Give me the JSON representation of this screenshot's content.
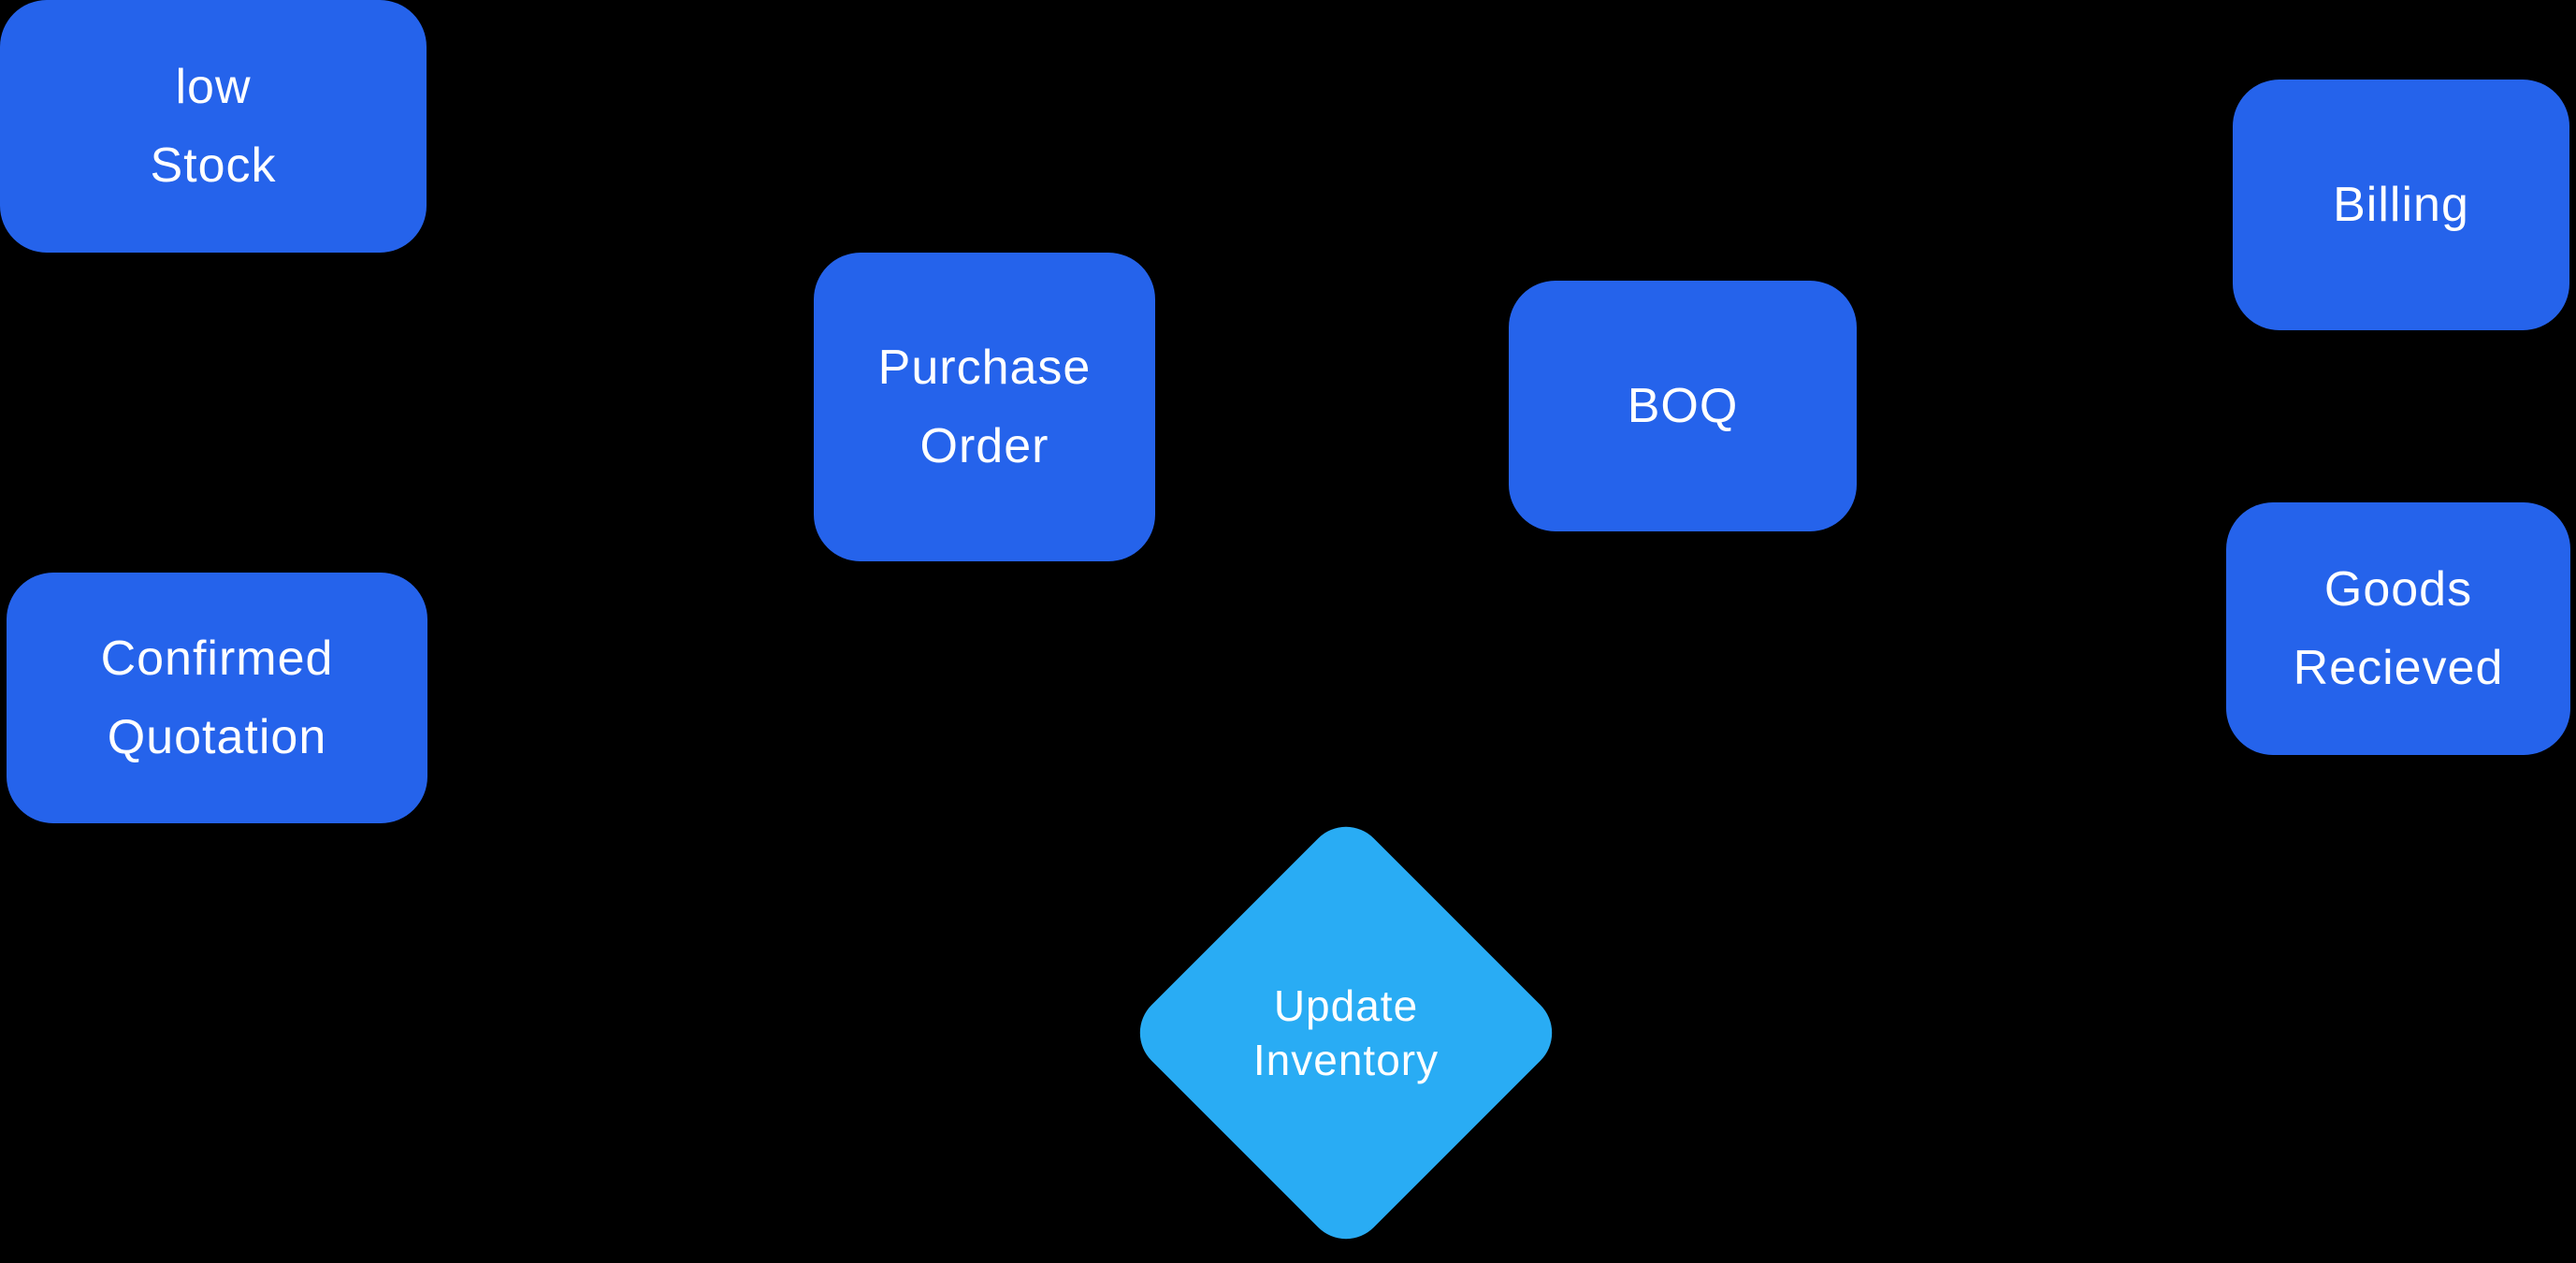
{
  "canvas": {
    "background": "#000000"
  },
  "colors": {
    "process_fill": "#2563EB",
    "decision_fill": "#29ACF4",
    "label_text": "#FFFFFF"
  },
  "nodes": {
    "low_stock": {
      "shape": "rounded-rectangle",
      "label_line1": "low",
      "label_line2": "Stock"
    },
    "confirmed_quotation": {
      "shape": "rounded-rectangle",
      "label_line1": "Confirmed",
      "label_line2": "Quotation"
    },
    "purchase_order": {
      "shape": "rounded-rectangle",
      "label_line1": "Purchase",
      "label_line2": "Order"
    },
    "boq": {
      "shape": "rounded-rectangle",
      "label_line1": "BOQ"
    },
    "billing": {
      "shape": "rounded-rectangle",
      "label_line1": "Billing"
    },
    "goods_recieved": {
      "shape": "rounded-rectangle",
      "label_line1": "Goods",
      "label_line2": "Recieved"
    },
    "update_inventory": {
      "shape": "diamond",
      "label_line1": "Update",
      "label_line2": "Inventory"
    }
  }
}
